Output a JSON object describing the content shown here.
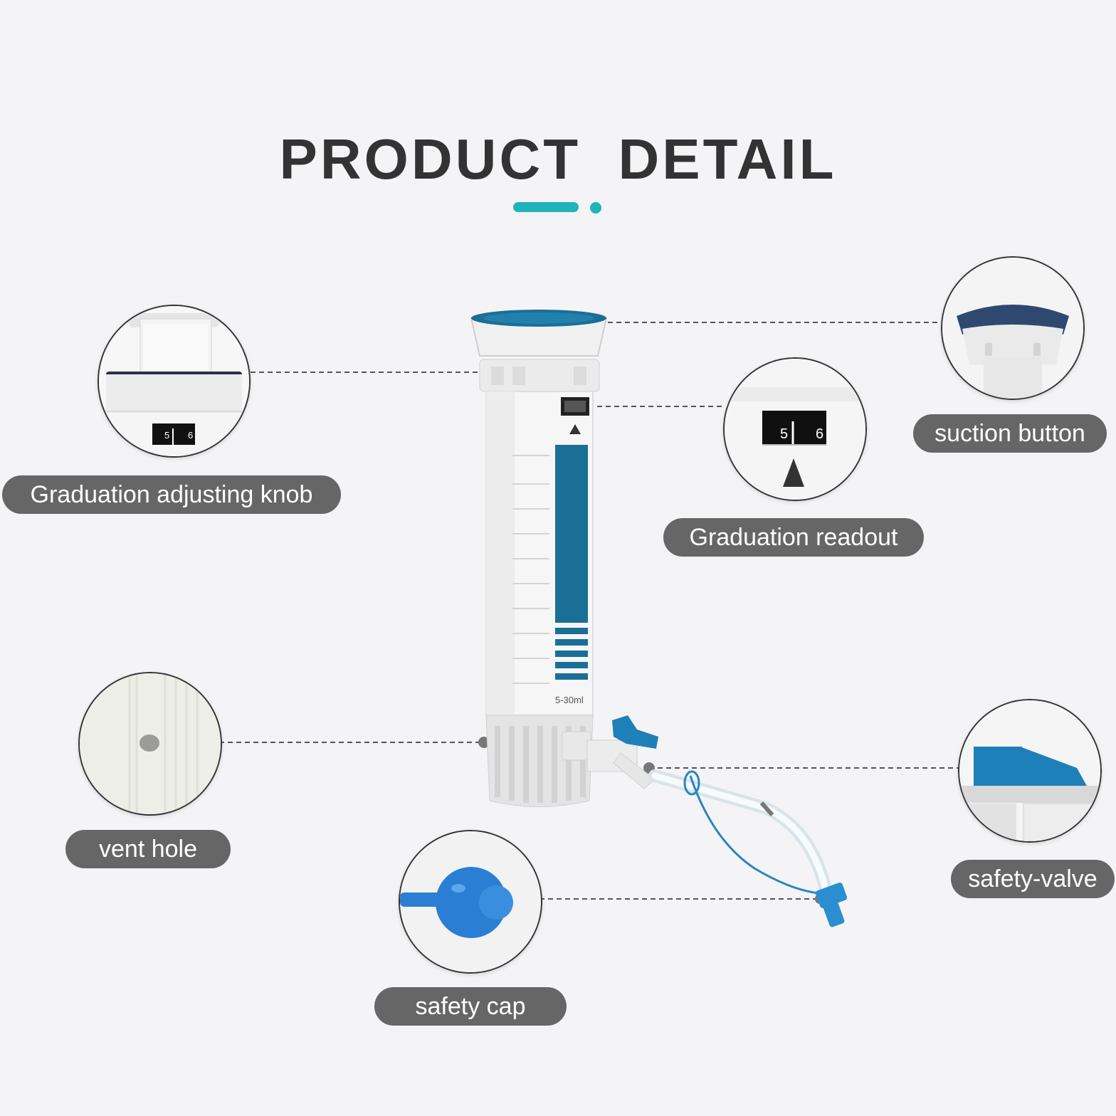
{
  "header": {
    "title": "PRODUCT  DETAIL"
  },
  "accent_color": "#1fb3ba",
  "brand_blue": "#1a6f96",
  "callouts": {
    "graduation_knob": {
      "label": "Graduation adjusting knob",
      "icon": "graduation-knob-closeup",
      "scale": [
        "5",
        "6"
      ]
    },
    "graduation_readout": {
      "label": "Graduation readout",
      "icon": "graduation-readout-closeup",
      "scale": [
        "5",
        "6"
      ]
    },
    "suction_button": {
      "label": "suction button",
      "icon": "suction-button-closeup"
    },
    "vent_hole": {
      "label": "vent hole",
      "icon": "vent-hole-closeup"
    },
    "safety_valve": {
      "label": "safety-valve",
      "icon": "safety-valve-closeup"
    },
    "safety_cap": {
      "label": "safety cap",
      "icon": "safety-cap-closeup"
    }
  },
  "product": {
    "model_label": "5-30ml"
  }
}
